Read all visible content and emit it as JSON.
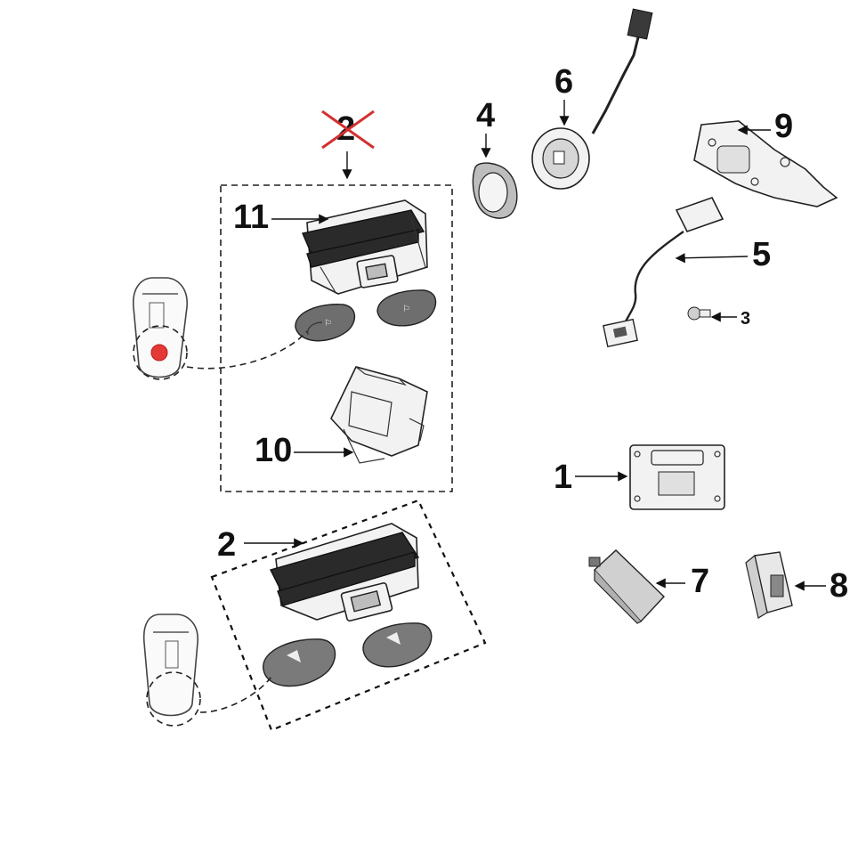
{
  "callouts": {
    "c1": "1",
    "c2_crossed": "2",
    "c2": "2",
    "c3": "3",
    "c4": "4",
    "c5": "5",
    "c6": "6",
    "c7": "7",
    "c8": "8",
    "c9": "9",
    "c10": "10",
    "c11": "11"
  },
  "colors": {
    "cross": "#d32f2f",
    "fob_button": "#e53935",
    "ink": "#111111"
  },
  "icons": [
    "control-module",
    "key-fob",
    "remote-key",
    "ignition-ring",
    "ignition-switch",
    "antenna-harness",
    "bracket",
    "screw",
    "mounting-plate",
    "relay",
    "connector",
    "housing-bracket"
  ]
}
